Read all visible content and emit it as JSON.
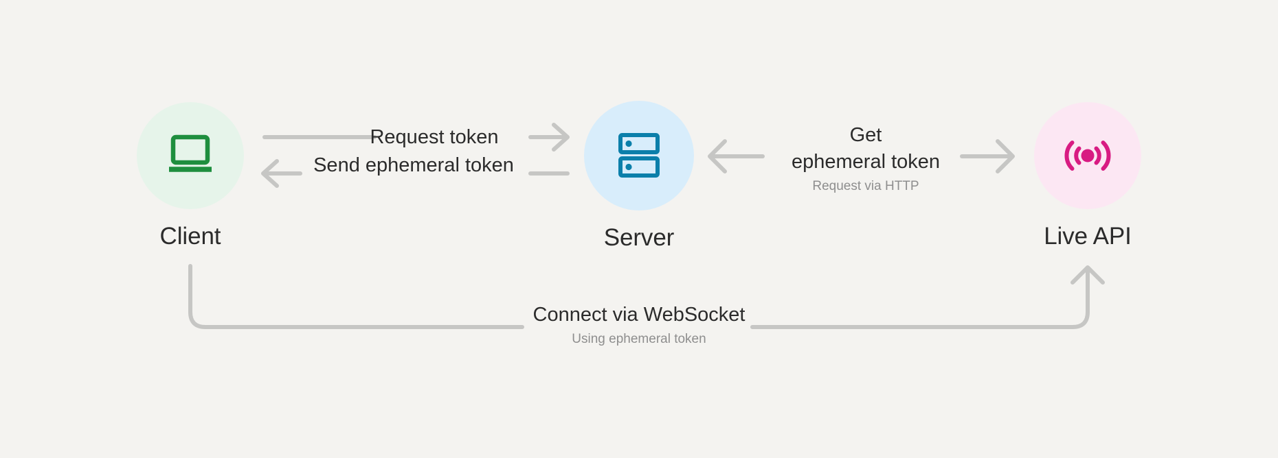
{
  "diagram": {
    "background_color": "#f4f3f0",
    "line_color": "#c6c6c4",
    "text_color": "#2b2b2b",
    "muted_text_color": "#8e8e8e"
  },
  "nodes": [
    {
      "id": "client",
      "label": "Client",
      "icon": "laptop-icon",
      "circle_color": "#e6f4ea",
      "icon_color": "#1e8e3e"
    },
    {
      "id": "server",
      "label": "Server",
      "icon": "server-rack-icon",
      "circle_color": "#d8edfb",
      "icon_color": "#0b7faa"
    },
    {
      "id": "live-api",
      "label": "Live API",
      "icon": "broadcast-signal-icon",
      "circle_color": "#fce7f3",
      "icon_color": "#d81b82"
    }
  ],
  "edges": {
    "request_token": {
      "title": "Request token",
      "direction": "client-to-server"
    },
    "send_ephemeral_token": {
      "title": "Send ephemeral token",
      "direction": "server-to-client"
    },
    "get_ephemeral_token": {
      "title_line1": "Get",
      "title_line2": "ephemeral token",
      "subtitle": "Request via HTTP",
      "direction": "server-to-live-api"
    },
    "connect_websocket": {
      "title": "Connect via WebSocket",
      "subtitle": "Using ephemeral token",
      "direction": "client-to-live-api"
    }
  }
}
